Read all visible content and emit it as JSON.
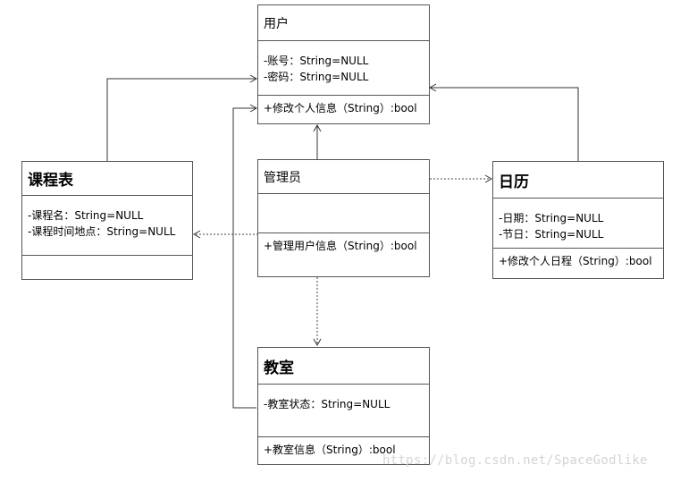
{
  "classes": {
    "user": {
      "name": "用户",
      "attributes": [
        "-账号：String=NULL",
        "-密码：String=NULL"
      ],
      "operations": [
        "+修改个人信息（String）:bool"
      ]
    },
    "schedule": {
      "name": "课程表",
      "attributes": [
        "-课程名：String=NULL",
        "-课程时间地点：String=NULL"
      ],
      "operations": []
    },
    "admin": {
      "name": "管理员",
      "attributes": [],
      "operations": [
        "+管理用户信息（String）:bool"
      ]
    },
    "calendar": {
      "name": "日历",
      "attributes": [
        "-日期：String=NULL",
        "-节日：String=NULL"
      ],
      "operations": [
        "+修改个人日程（String）:bool"
      ]
    },
    "classroom": {
      "name": "教室",
      "attributes": [
        "-教室状态：String=NULL"
      ],
      "operations": [
        "+教室信息（String）:bool"
      ]
    }
  },
  "relations": [
    {
      "from": "schedule",
      "to": "user",
      "kind": "generalization",
      "line": "solid"
    },
    {
      "from": "calendar",
      "to": "user",
      "kind": "generalization",
      "line": "solid"
    },
    {
      "from": "admin",
      "to": "user",
      "kind": "generalization",
      "line": "solid"
    },
    {
      "from": "classroom",
      "to": "user",
      "kind": "generalization",
      "line": "solid"
    },
    {
      "from": "admin",
      "to": "schedule",
      "kind": "dependency",
      "line": "dotted"
    },
    {
      "from": "admin",
      "to": "calendar",
      "kind": "dependency",
      "line": "dotted"
    },
    {
      "from": "admin",
      "to": "classroom",
      "kind": "dependency",
      "line": "dotted"
    }
  ],
  "watermark": "https://blog.csdn.net/SpaceGodlike"
}
